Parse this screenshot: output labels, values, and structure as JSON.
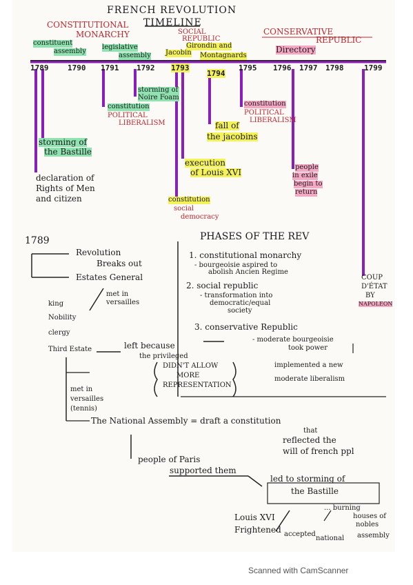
{
  "title_line1": "FRENCH REVOLUTION",
  "title_line2": "TIMELINE",
  "periods": {
    "constitutional": "CONSTITUTIONAL",
    "monarchy": "MONARCHY",
    "social": "SOCIAL",
    "republic": "REPUBLIC",
    "conservative": "CONSERVATIVE",
    "cons_republic": "REPUBLIC"
  },
  "assemblies": {
    "constituent": "constituent",
    "constituent2": "assembly",
    "legislative": "legislative",
    "legislative2": "assembly",
    "girondin": "Girondin and",
    "jacobin": "Jacobin",
    "montagnards": "Montagnards",
    "directory": "Directory"
  },
  "years": [
    "1789",
    "1790",
    "1791",
    "1792",
    "1793",
    "1794",
    "1795",
    "1796",
    "1797",
    "1798",
    "1799"
  ],
  "events": {
    "storming_noire": "storming of Noire Foam",
    "constitution_1791": "constitution",
    "political_liberalism_1": "POLITICAL",
    "political_liberalism_2": "LIBERALISM",
    "constitution_1795": "constitution",
    "political_1795": "POLITICAL",
    "liberalism_1795": "LIBERALISM",
    "fall_jacobins_1": "fall of",
    "fall_jacobins_2": "the jacobins",
    "storming_bastille_1": "storming of",
    "storming_bastille_2": "the Bastille",
    "execution_1": "execution",
    "execution_2": "of Louis XVI",
    "declaration_1": "declaration of",
    "declaration_2": "Rights of Men",
    "declaration_3": "and citizen",
    "people_exile_1": "people",
    "people_exile_2": "in exile",
    "people_exile_3": "begin to",
    "people_exile_4": "return",
    "constitution_social": "constitution",
    "social_democracy_1": "social",
    "social_democracy_2": "democracy",
    "coup_1": "COUP",
    "coup_2": "D'ÉTAT",
    "coup_3": "BY",
    "coup_4": "NAPOLEON"
  },
  "notes": {
    "year_1789": "1789",
    "revolution": "Revolution",
    "breaks_out": "Breaks out",
    "estates_general": "Estates General",
    "met_in": "met in",
    "versailles": "versailles",
    "king": "king",
    "nobility": "Nobility",
    "clergy": "clergy",
    "third_estate": "Third Estate",
    "left_because": "left because",
    "privileged": "the privileged",
    "didnt_allow": "DIDN'T ALLOW",
    "more": "MORE",
    "representation": "REPRESENTATION",
    "met_in2": "met in",
    "versailles2": "versailles",
    "tennis": "(tennis)",
    "national_assembly": "The National Assembly = draft a constitution",
    "that": "that",
    "reflected": "reflected the",
    "will_french": "will of french ppl",
    "people_paris": "people of Paris",
    "supported": "supported them",
    "led_storming": "led to storming of",
    "the_bastille": "the Bastille",
    "burning_1": "... burning",
    "burning_2": "houses of",
    "burning_3": "nobles",
    "louis": "Louis XVI",
    "frightened": "Frightened",
    "accepted": "accepted",
    "national": "national",
    "assembly": "assembly"
  },
  "phases": {
    "heading": "PHASES OF THE REV",
    "p1": "1. constitutional monarchy",
    "p1a": "- bourgeoisie aspired to",
    "p1b": "abolish Ancien Regime",
    "p2": "2. social republic",
    "p2a": "- transformation into",
    "p2b": "democratic/equal",
    "p2c": "society",
    "p3": "3. conservative Republic",
    "p3a": "- moderate bourgeoisie",
    "p3b": "took power",
    "p3c": "implemented a new",
    "p3d": "moderate liberalism"
  },
  "footer": "Scanned with CamScanner",
  "colors": {
    "purple": "#8a1fb8",
    "green": "#8fe3b0",
    "pink": "#f5a8c4",
    "yellow": "#f4f25a",
    "red": "#c0262e"
  }
}
